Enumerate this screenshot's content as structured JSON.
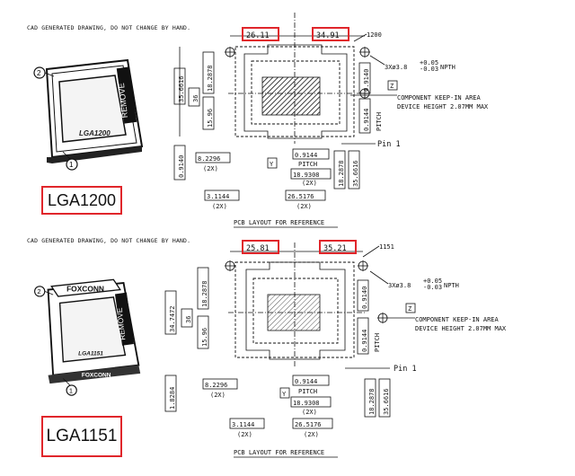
{
  "top": {
    "note": "CAD GENERATED DRAWING, DO NOT CHANGE BY HAND.",
    "socket_name": "LGA1200",
    "socket_mark": "LGA1200",
    "remove_label": "REMOVE",
    "callout_a": "2",
    "callout_b": "1",
    "dim_left_red": "26.11",
    "dim_right_red": "34.91",
    "dim_corner": "1200",
    "hole": "3Xø3.8",
    "hole_tol_plus": "+0.05",
    "hole_tol_minus": "-0.03",
    "hole_suffix": "NPTH",
    "datum_z": "Z",
    "keepout_1": "COMPONENT KEEP-IN AREA",
    "keepout_2": "DEVICE HEIGHT 2.07MM MAX",
    "v_35_6616": "35.6616",
    "v_36": "36",
    "v_18_2878": "18.2878",
    "v_15_96": "15.96",
    "v_0_9140a": "0.9140",
    "v_0_9144": "0.9144",
    "v_pitch": "PITCH",
    "pin1": "Pin 1",
    "datum_y": "Y",
    "v_0_9140b": "0.9140",
    "h_8_2296": "8.2296",
    "h_2x_a": "(2X)",
    "h_0_9144": "0.9144",
    "h_pitch": "PITCH",
    "h_18_9308": "18.9308",
    "h_2x_b": "(2X)",
    "v_18_2878b": "18.2878",
    "v_35_6616b": "35.6616",
    "h_3_1144": "3.1144",
    "h_26_5176": "26.5176",
    "h_2x_c": "(2X)",
    "h_2x_d": "(2X)",
    "caption": "PCB LAYOUT FOR REFERENCE"
  },
  "bottom": {
    "note": "CAD GENERATED DRAWING, DO NOT CHANGE BY HAND.",
    "socket_name": "LGA1151",
    "socket_mark": "LGA1151",
    "brand": "FOXCONN",
    "brand_front": "FOXCONN",
    "remove_label": "REMOVE",
    "callout_a": "2",
    "callout_b": "1",
    "dim_left_red": "25.81",
    "dim_right_red": "35.21",
    "dim_corner": "1151",
    "hole": "3Xø3.8",
    "hole_tol_plus": "+0.05",
    "hole_tol_minus": "-0.03",
    "hole_suffix": "NPTH",
    "datum_z": "Z",
    "keepout_1": "COMPONENT KEEP-IN AREA",
    "keepout_2": "DEVICE HEIGHT 2.07MM MAX",
    "v_34_7472": "34.7472",
    "v_36": "36",
    "v_18_2878": "18.2878",
    "v_15_96": "15.96",
    "v_0_9140": "0.9140",
    "v_0_9144": "0.9144",
    "v_pitch": "PITCH",
    "pin1": "Pin 1",
    "v_1_8284": "1.8284",
    "h_8_2296": "8.2296",
    "h_2x_a": "(2X)",
    "datum_y": "Y",
    "h_0_9144": "0.9144",
    "h_pitch": "PITCH",
    "h_18_9308": "18.9308",
    "h_2x_b": "(2X)",
    "v_18_2878b": "18.2878",
    "v_35_6616": "35.6616",
    "h_3_1144": "3.1144",
    "h_26_5176": "26.5176",
    "h_2x_c": "(2X)",
    "h_2x_d": "(2X)",
    "caption": "PCB LAYOUT FOR REFERENCE"
  }
}
